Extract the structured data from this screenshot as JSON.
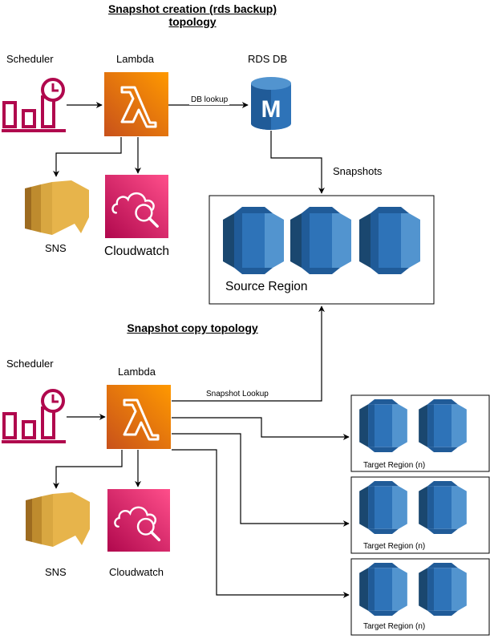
{
  "titles": {
    "creation_line1": "Snapshot creation (rds backup)",
    "creation_line2": "topology",
    "copy": "Snapshot copy topology"
  },
  "creation": {
    "scheduler_label": "Scheduler",
    "lambda_label": "Lambda",
    "rds_label": "RDS DB",
    "rds_letter": "M",
    "sns_label": "SNS",
    "cloudwatch_label": "Cloudwatch",
    "edge_db_lookup": "DB lookup",
    "edge_snapshots": "Snapshots",
    "source_region_label": "Source Region"
  },
  "copy": {
    "scheduler_label": "Scheduler",
    "lambda_label": "Lambda",
    "sns_label": "SNS",
    "cloudwatch_label": "Cloudwatch",
    "edge_snapshot_lookup": "Snapshot Lookup",
    "target_regions": [
      {
        "label": "Target Region (n)"
      },
      {
        "label": "Target Region (n)"
      },
      {
        "label": "Target Region (n)"
      }
    ]
  },
  "colors": {
    "scheduler": "#B0084D",
    "lambda_light": "#F78E04",
    "lambda_dark": "#D05C17",
    "rds_blue": "#2E73B8",
    "rds_dark": "#205B98",
    "snapshot_dark": "#1A476F",
    "snapshot_mid": "#2E73B8",
    "snapshot_light": "#5294CF",
    "sns_light": "#E7B44B",
    "sns_dark": "#BE8B2E",
    "cloudwatch_light": "#F34482",
    "cloudwatch_dark": "#BC1356"
  },
  "icons": {
    "scheduler": "scheduler-icon",
    "lambda": "lambda-icon",
    "rds": "rds-db-icon",
    "sns": "sns-icon",
    "cloudwatch": "cloudwatch-icon",
    "snapshot": "db-snapshot-icon"
  }
}
